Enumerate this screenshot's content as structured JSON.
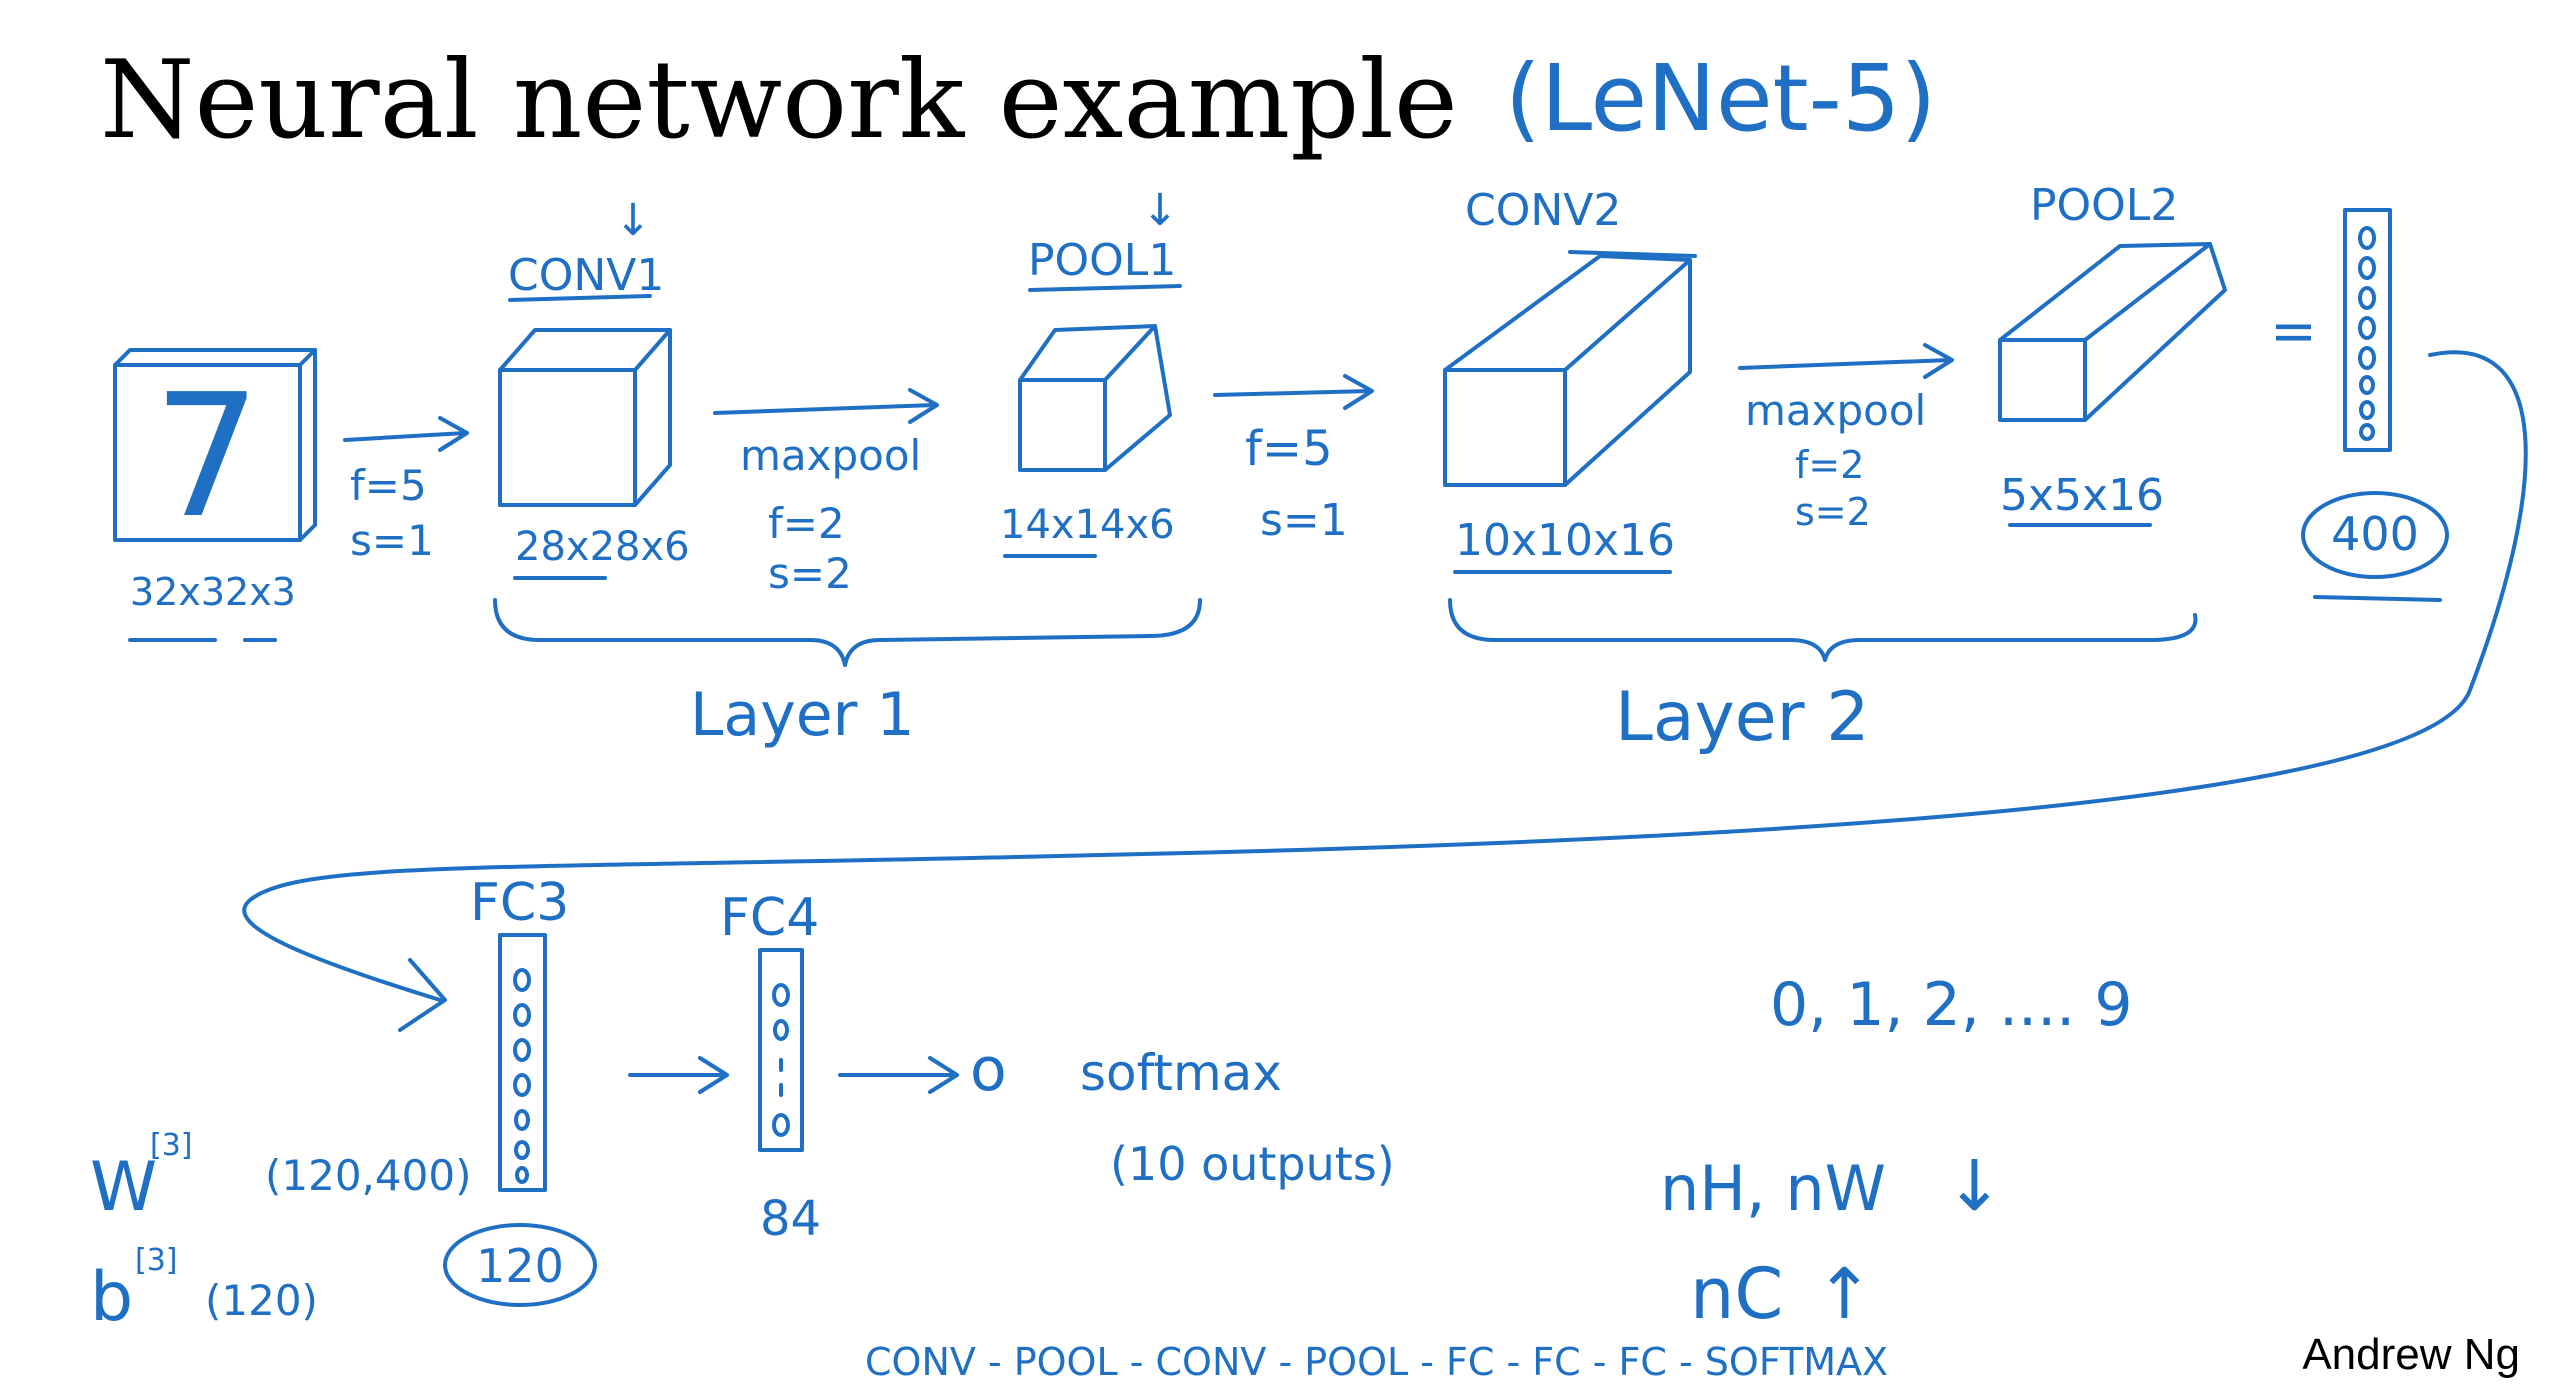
{
  "title": "Neural network example",
  "subtitle": "(LeNet-5)",
  "author": "Andrew Ng",
  "colors": {
    "ink": "#1f6fc4",
    "title": "#000000"
  },
  "input": {
    "digit": "7",
    "dims": "32x32x3"
  },
  "conv1": {
    "label": "CONV1",
    "arrow": "↓",
    "dims": "28x28x6",
    "params": [
      "f=5",
      "s=1"
    ]
  },
  "pool1": {
    "label": "POOL1",
    "arrow": "↓",
    "dims": "14x14x6",
    "op": "maxpool",
    "params": [
      "f=2",
      "s=2"
    ]
  },
  "conv2": {
    "label": "CONV2",
    "dims": "10x10x16",
    "params": [
      "f=5",
      "s=1"
    ]
  },
  "pool2": {
    "label": "POOL2",
    "dims": "5x5x16",
    "op": "maxpool",
    "params": [
      "f=2",
      "s=2"
    ]
  },
  "flatten": {
    "equals": "=",
    "units": "400"
  },
  "layers": {
    "layer1": "Layer 1",
    "layer2": "Layer 2"
  },
  "fc3": {
    "label": "FC3",
    "units": "120",
    "weight": "W",
    "weight_sup": "[3]",
    "weight_shape": "(120,400)",
    "bias": "b",
    "bias_sup": "[3]",
    "bias_shape": "(120)"
  },
  "fc4": {
    "label": "FC4",
    "units": "84"
  },
  "output": {
    "node": "o",
    "label": "softmax",
    "detail": "(10 outputs)"
  },
  "notes": {
    "classes": "0, 1, 2, .... 9",
    "hw": "nH, nW",
    "hw_trend": "↓",
    "c": "nC",
    "c_trend": "↑"
  },
  "sequence": "CONV - POOL - CONV - POOL - FC - FC - FC - SOFTMAX"
}
